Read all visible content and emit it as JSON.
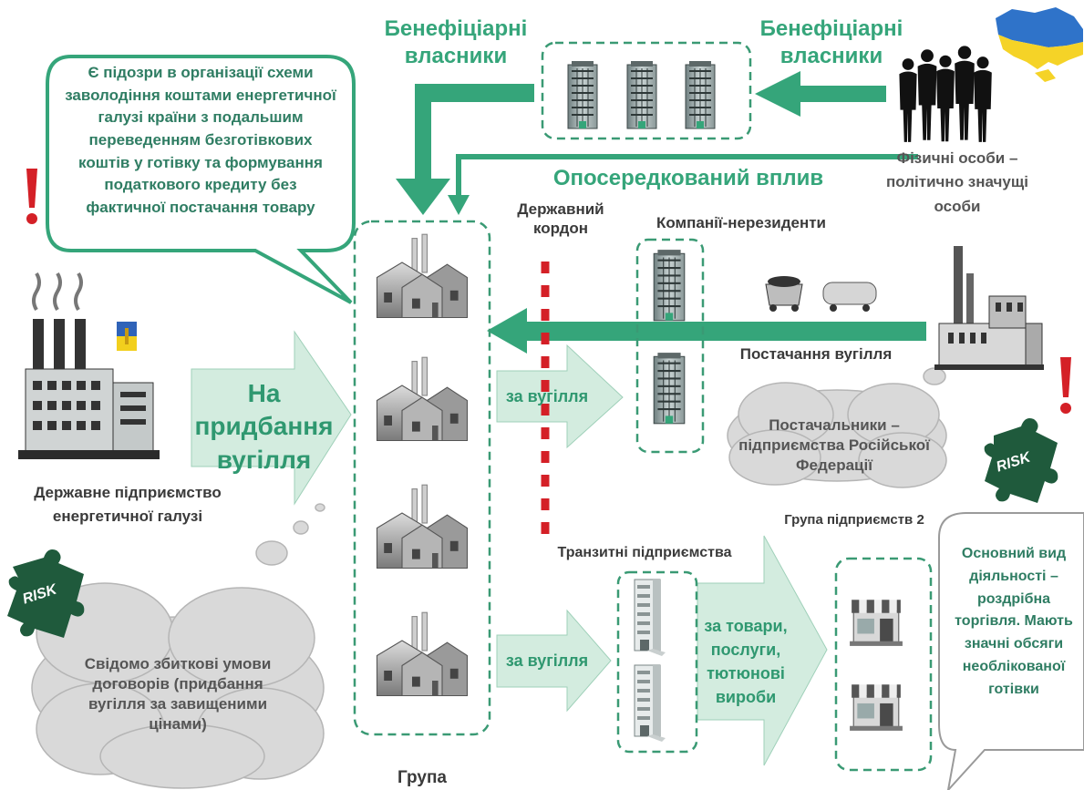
{
  "labels": {
    "beneficial_owners_left": "Бенефіціарні власники",
    "beneficial_owners_right": "Бенефіціарні власники",
    "indirect_influence": "Опосередкований вплив",
    "state_border": "Державний кордон",
    "non_residents": "Компанії-нерезиденти",
    "coal_supply": "Постачання вугілля",
    "individuals": "Фізичні особи – політично значущі особи",
    "state_enterprise": "Державне підприємство енергетичної галузі",
    "group": "Група",
    "group2": "Група підприємств 2",
    "transit": "Транзитні підприємства"
  },
  "bubbles": {
    "suspicion": "Є підозри в організації схеми заволодіння коштами енергетичної галузі країни з подальшим переведенням безготівкових коштів у готівку та формування податкового кредиту без фактичної постачання товару",
    "suppliers": "Постачальники – підприємства Російської Федерації",
    "unprofitable": "Свідомо збиткові умови договорів (придбання вугілля за завищеними цінами)",
    "retail": "Основний вид діяльності – роздрібна торгівля. Мають значні обсяги необлікованої готівки"
  },
  "arrows": {
    "purchase": "На придбання вугілля",
    "for_coal_1": "за вугілля",
    "for_coal_2": "за вугілля",
    "for_goods": "за товари, послуги, тютюнові вироби"
  },
  "risk_badges": [
    "RISK",
    "RISK"
  ],
  "colors": {
    "accent_green": "#35a57a",
    "arrow_fill": "#d3ecdf",
    "dash_green": "#3a9a74",
    "border_red": "#d42027",
    "cloud_gray": "#d9d9d9",
    "puzzle_green": "#1f5a3c"
  }
}
